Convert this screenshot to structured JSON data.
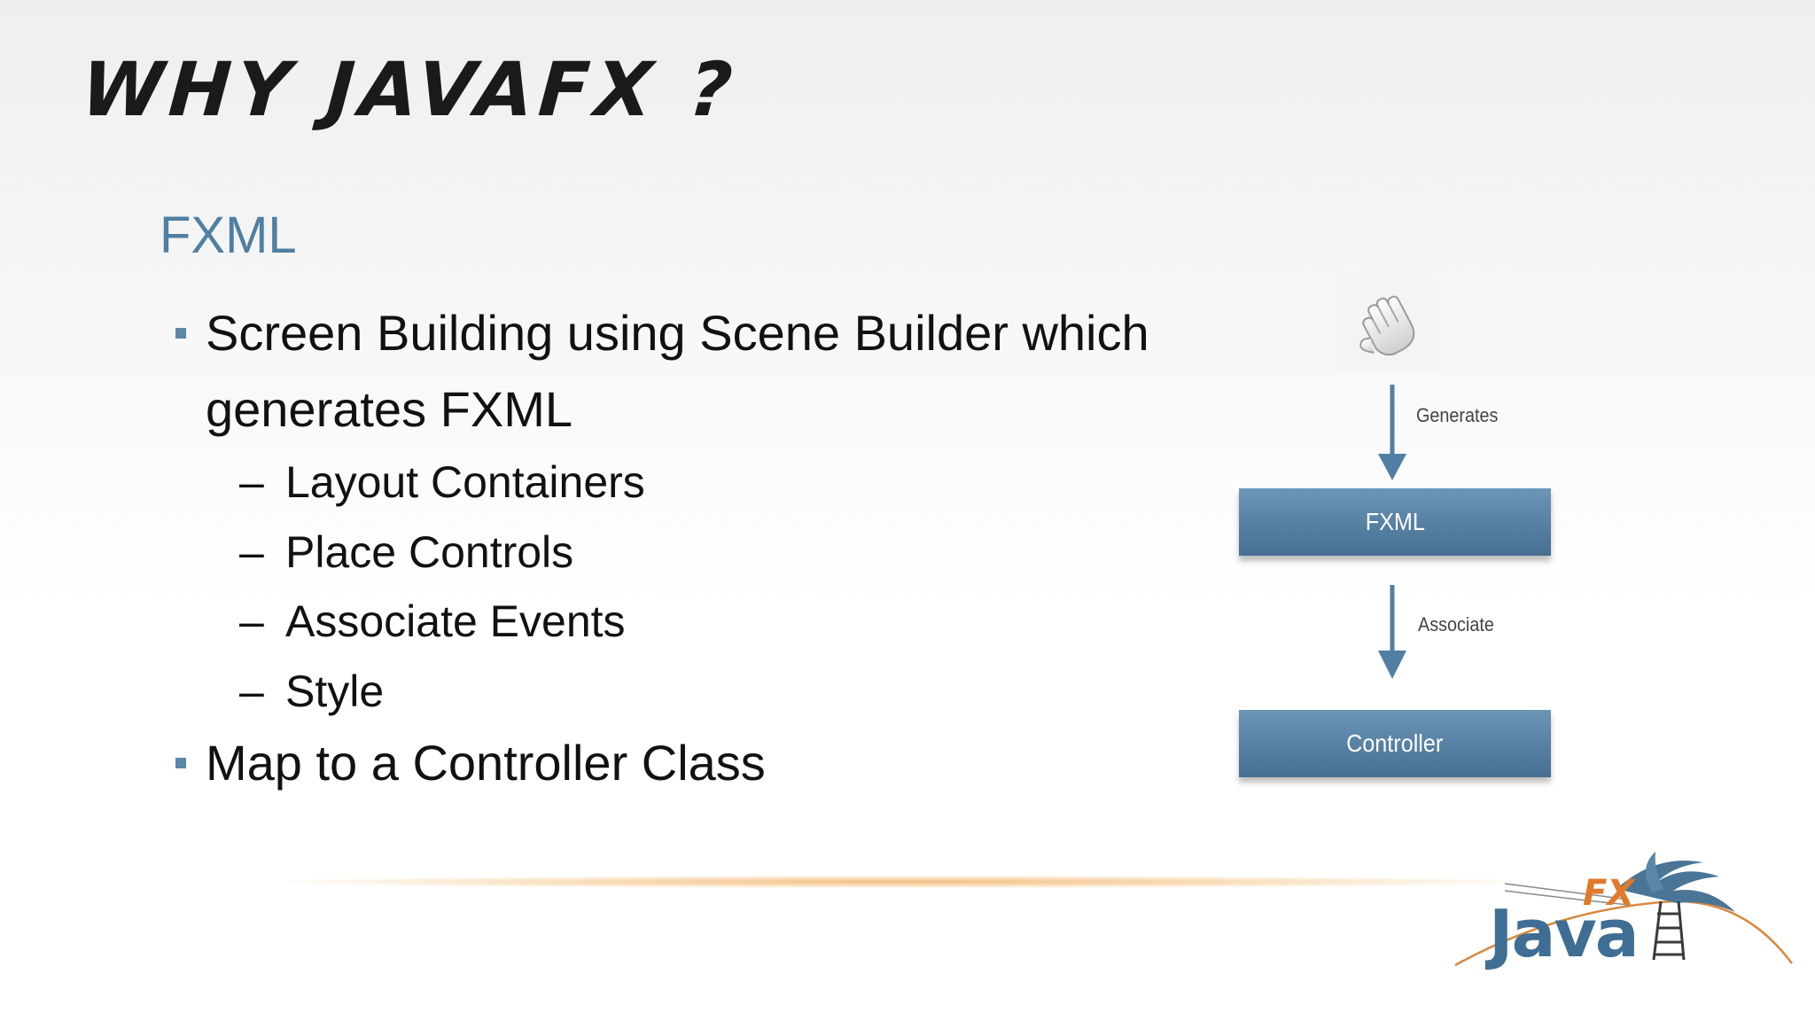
{
  "slide": {
    "title": "WHY JAVAFX ?",
    "section_heading": "FXML"
  },
  "bullets": [
    {
      "text": "Screen Building using Scene Builder which"
    },
    {
      "text": "generates FXML"
    }
  ],
  "sub_bullets": [
    {
      "dash": "–",
      "text": "Layout Containers"
    },
    {
      "dash": "–",
      "text": "Place Controls"
    },
    {
      "dash": "–",
      "text": "Associate Events"
    },
    {
      "dash": "–",
      "text": "Style"
    }
  ],
  "last_bullet": {
    "text": "Map to a Controller Class"
  },
  "diagram": {
    "arrow1_label": "Generates",
    "box1_label": "FXML",
    "arrow2_label": "Associate",
    "box2_label": "Controller",
    "box_color": "#5a84a6",
    "arrow_color": "#4f7fa3",
    "hand_icon": "pointing-hand-icon"
  },
  "logo": {
    "text_java": "Java",
    "text_fx": "FX",
    "java_color": "#3f6e94",
    "fx_color": "#e07a2a"
  }
}
